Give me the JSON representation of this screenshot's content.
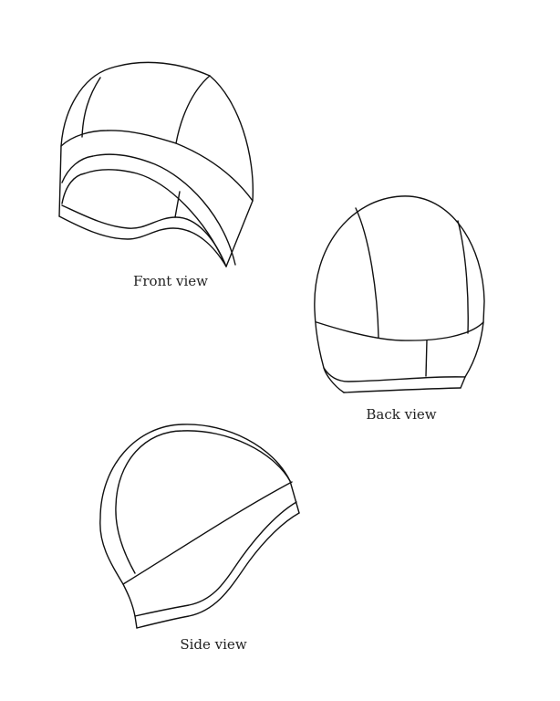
{
  "views": [
    {
      "id": "front",
      "label": "Front view"
    },
    {
      "id": "back",
      "label": "Back view"
    },
    {
      "id": "side",
      "label": "Side view"
    }
  ],
  "colors": {
    "line": "#111111",
    "background": "#ffffff"
  }
}
